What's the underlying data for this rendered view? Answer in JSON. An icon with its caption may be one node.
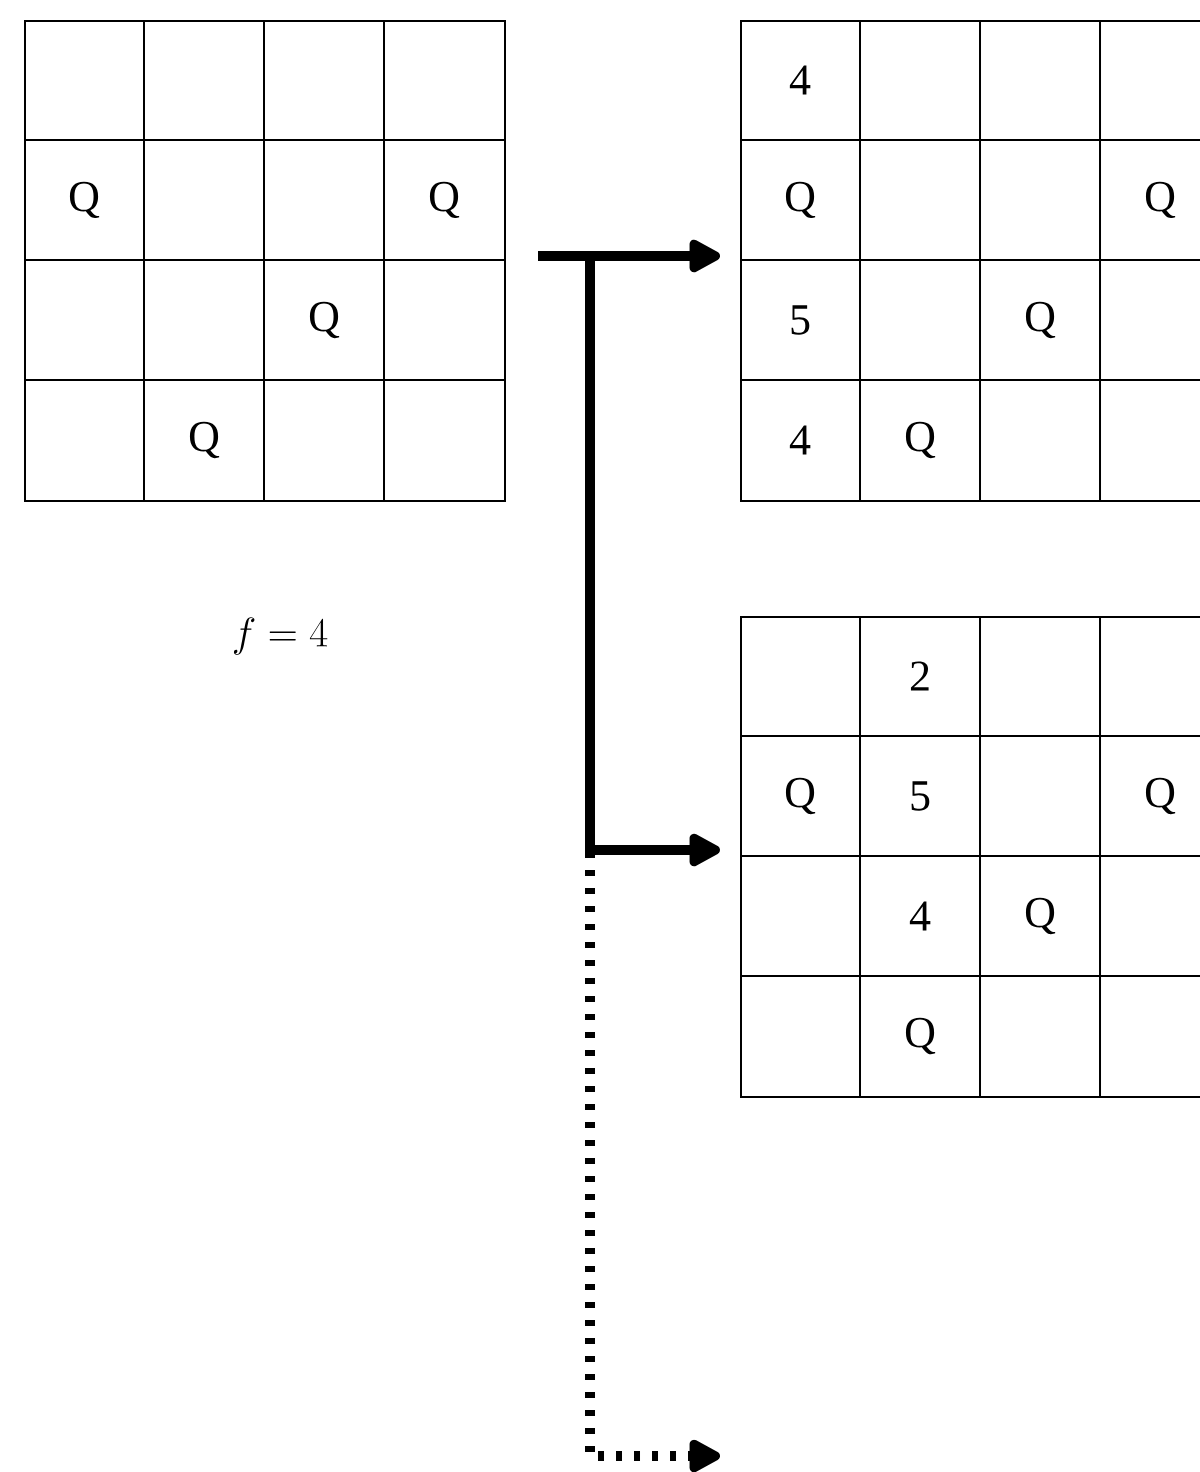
{
  "diagram": {
    "nodes": [
      {
        "text": [
          "Q",
          "Q",
          "Q",
          "Q"
        ]
      },
      {
        "text": [
          "4",
          "Q",
          "Q",
          "5",
          "Q",
          "4",
          "Q"
        ]
      },
      {
        "text": [
          "2",
          "Q",
          "5",
          "Q",
          "4",
          "Q",
          "Q"
        ]
      }
    ],
    "edges": [
      {
        "from": 0,
        "to": 1,
        "arrow": "to"
      },
      {
        "from": 0,
        "to": 2,
        "arrow": "to"
      },
      {
        "from": 0,
        "to": null,
        "arrow": "to",
        "style": "dashed"
      }
    ],
    "labels": [
      "f = 4"
    ]
  }
}
